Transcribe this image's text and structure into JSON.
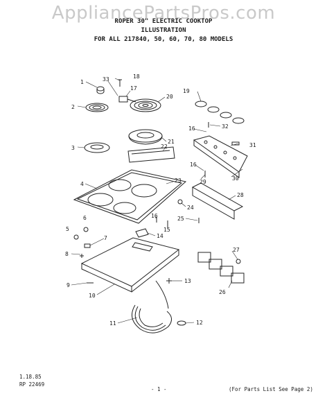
{
  "watermark": "AppliancePartsPros.com",
  "header": {
    "line1": "ROPER 30\" ELECTRIC COOKTOP",
    "line2": "ILLUSTRATION",
    "line3": "FOR ALL 217840, 50, 60, 70, 80 MODELS"
  },
  "callouts": {
    "c1": "1",
    "c2": "2",
    "c3": "3",
    "c4": "4",
    "c5": "5",
    "c6": "6",
    "c7": "7",
    "c8": "8",
    "c9": "9",
    "c10": "10",
    "c11": "11",
    "c12": "12",
    "c13": "13",
    "c14": "14",
    "c15": "15",
    "c16a": "16",
    "c16b": "16",
    "c16c": "16",
    "c17": "17",
    "c18": "18",
    "c19": "19",
    "c20": "20",
    "c21": "21",
    "c22": "22",
    "c23": "23",
    "c24": "24",
    "c25": "25",
    "c26": "26",
    "c27": "27",
    "c28": "28",
    "c29": "29",
    "c30": "30",
    "c31": "31",
    "c32": "32",
    "c33": "33"
  },
  "footer": {
    "date": "1.18.85",
    "code": "RP 22469",
    "page": "- 1 -",
    "note": "(For Parts List See Page 2)"
  }
}
